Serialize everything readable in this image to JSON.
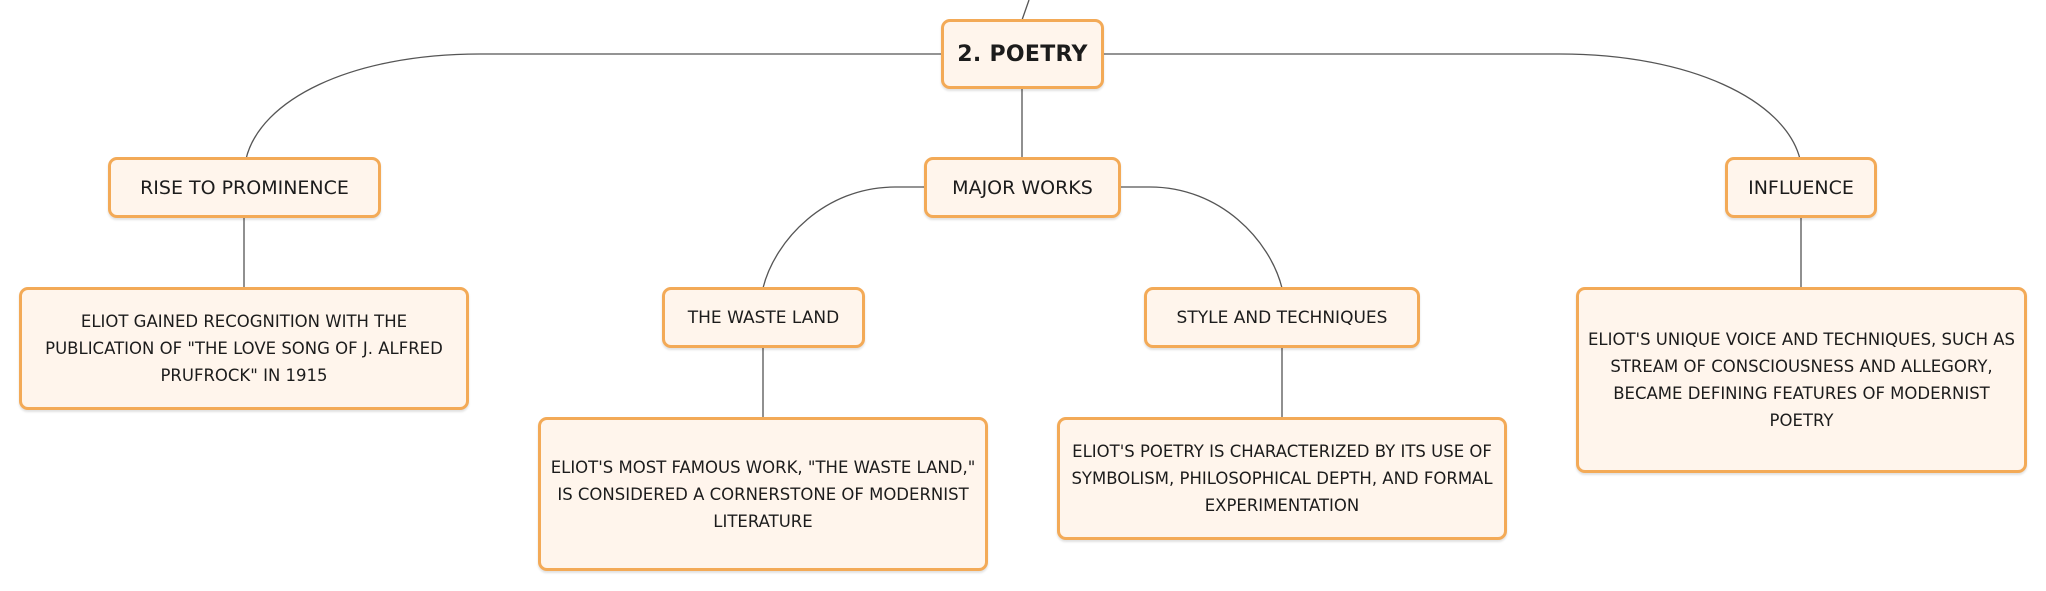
{
  "diagram": {
    "root": {
      "label": "2. POETRY"
    },
    "branches": {
      "rise": {
        "label": "RISE TO PROMINENCE",
        "detail": "ELIOT GAINED RECOGNITION WITH THE PUBLICATION OF \"THE LOVE SONG OF J. ALFRED PRUFROCK\" IN 1915"
      },
      "major_works": {
        "label": "MAJOR WORKS",
        "children": {
          "waste_land": {
            "label": "THE WASTE LAND",
            "detail": "ELIOT'S MOST FAMOUS WORK, \"THE WASTE LAND,\" IS CONSIDERED A CORNERSTONE OF MODERNIST LITERATURE"
          },
          "style": {
            "label": "STYLE AND TECHNIQUES",
            "detail": "ELIOT'S POETRY IS CHARACTERIZED BY ITS USE OF SYMBOLISM, PHILOSOPHICAL DEPTH, AND FORMAL EXPERIMENTATION"
          }
        }
      },
      "influence": {
        "label": "INFLUENCE",
        "detail": "ELIOT'S UNIQUE VOICE AND TECHNIQUES, SUCH AS STREAM OF CONSCIOUSNESS AND ALLEGORY, BECAME DEFINING FEATURES OF MODERNIST POETRY"
      }
    }
  },
  "colors": {
    "node_fill": "#fff5ec",
    "node_border": "#f3aa57",
    "connector": "#555555",
    "text": "#1c1c1c"
  }
}
